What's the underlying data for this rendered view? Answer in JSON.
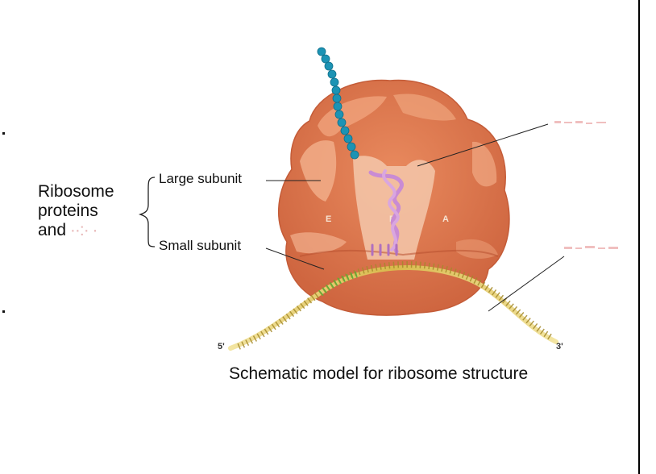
{
  "group_label": {
    "line1": "Ribosome",
    "line2": "proteins",
    "line3": "and"
  },
  "subunits": {
    "large": "Large subunit",
    "small": "Small subunit"
  },
  "sites": {
    "exit": "E",
    "peptidyl": "P",
    "aminoacyl": "A"
  },
  "mrna_ends": {
    "five_prime": "5'",
    "three_prime": "3'"
  },
  "caption": "Schematic model for ribosome structure",
  "colors": {
    "ribosome": "#d9714a",
    "ribosome_light": "#f0b08e",
    "peptide_bead": "#1c93b4",
    "trna": "#c98bd4",
    "mrna": "#e0c76a",
    "codon_highlight": "#5fae3a"
  }
}
